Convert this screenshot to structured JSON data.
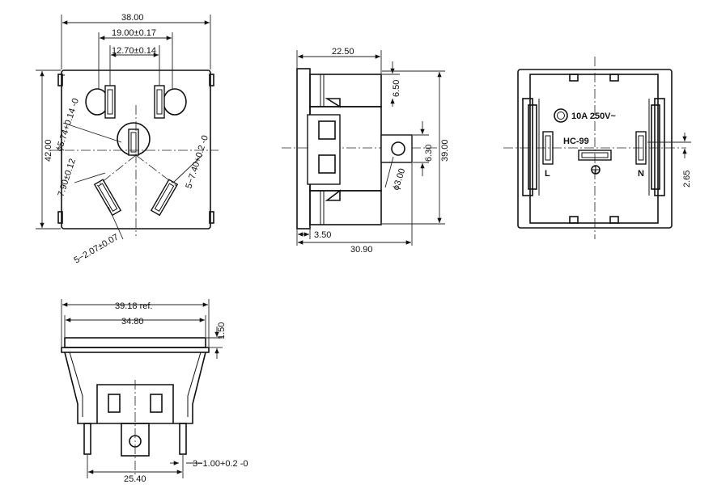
{
  "front_view": {
    "width": "38.00",
    "height": "42.00",
    "pin_pitch_outer": "19.00±0.17",
    "pin_pitch_inner": "12.70±0.14",
    "earth_hole": "ϕ5.74+0.14 -0",
    "pin_angle_left": "7.90±0.12",
    "pin_slot_right": "5−7.40+0.2 -0",
    "pin_slot_bottom": "5−2.07±0.07"
  },
  "side_view": {
    "depth_top": "22.50",
    "tab_offset": "6.50",
    "tab_height": "6.30",
    "overall_height": "39.00",
    "hole_dia": "ϕ3.00",
    "flange": "3.50",
    "overall_depth": "30.90"
  },
  "rear_view": {
    "rating": "10A 250V~",
    "model": "HC-99",
    "pin_l": "L",
    "pin_n": "N",
    "offset": "2.65"
  },
  "bottom_view": {
    "ref_width": "39.18 ref.",
    "inner_width": "34.80",
    "flange_thickness": "1.50",
    "terminal_pitch": "25.40",
    "terminal_width": "3−1.00+0.2 -0"
  }
}
